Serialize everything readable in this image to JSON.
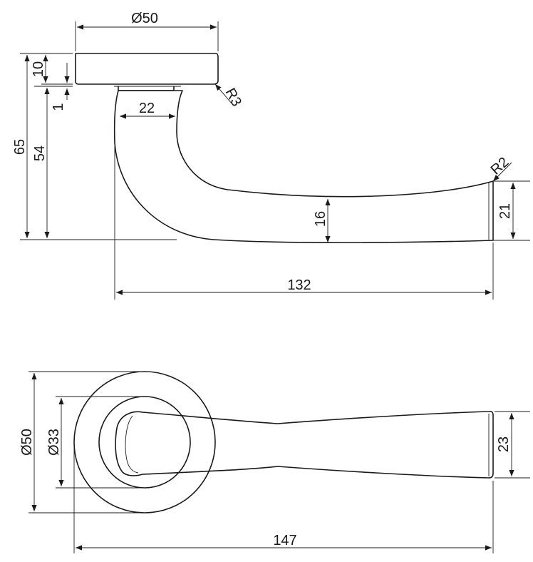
{
  "side_view": {
    "rosette_diameter": "Ø50",
    "rosette_height": "10",
    "gap": "1",
    "neck_width": "22",
    "corner_radius_rosette": "R3",
    "corner_radius_tip": "R2",
    "total_height": "65",
    "axis_height": "54",
    "lever_thickness": "16",
    "tip_height": "21",
    "lever_length": "132"
  },
  "top_view": {
    "rosette_outer_diameter": "Ø50",
    "rosette_inner_diameter": "Ø33",
    "tip_width": "23",
    "overall_length": "147"
  }
}
